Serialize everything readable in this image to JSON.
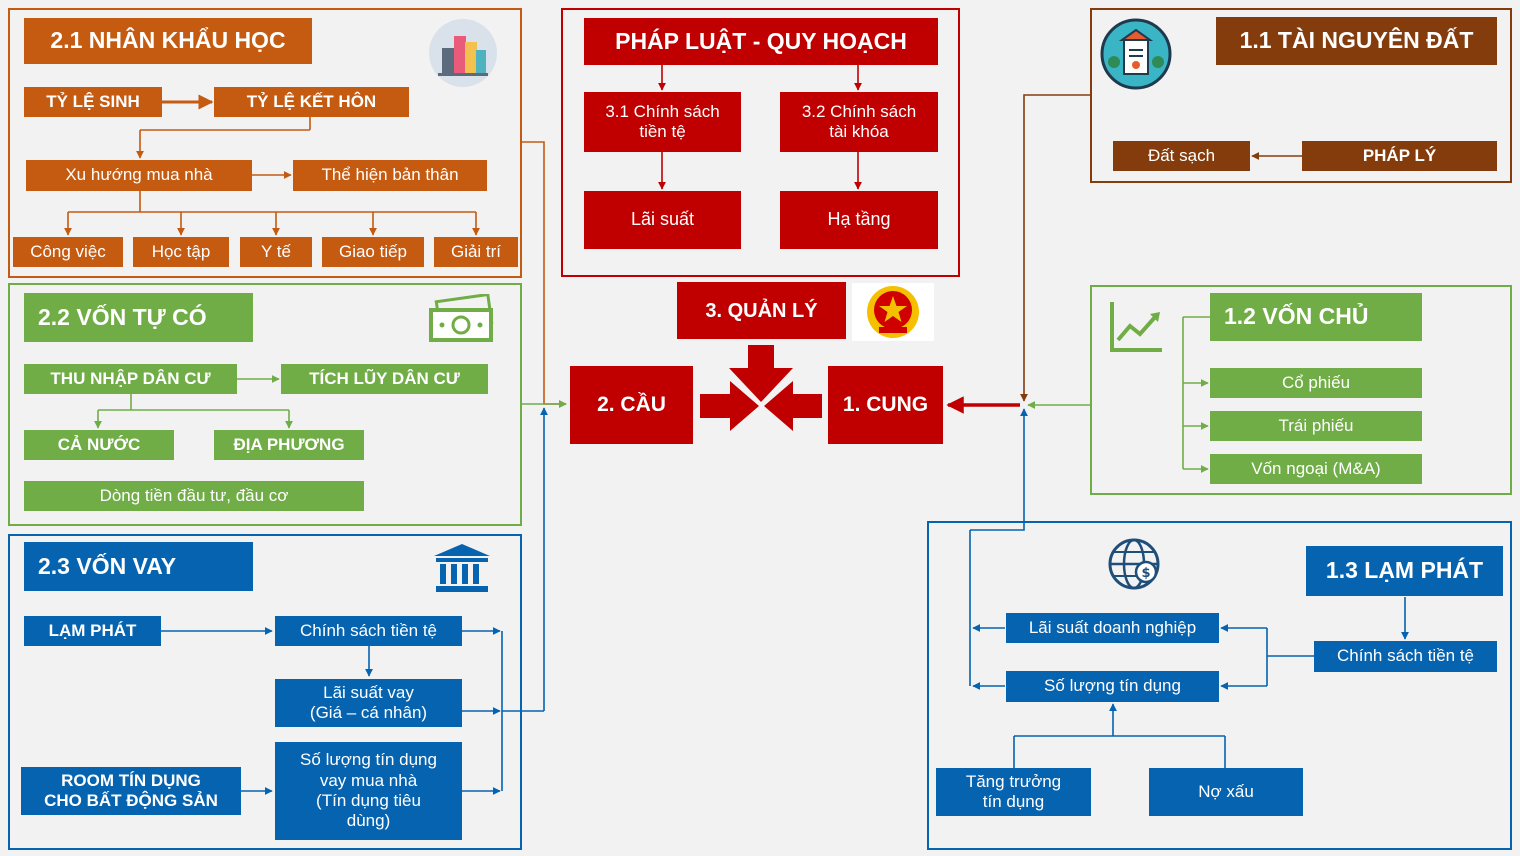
{
  "demographics": {
    "title": "2.1 NHÂN KHẨU HỌC",
    "birth_rate": "TỶ LỆ SINH",
    "marriage_rate": "TỶ LỆ KẾT HÔN",
    "home_trend": "Xu hướng mua nhà",
    "self_expression": "Thể hiện bản thân",
    "items": [
      "Công việc",
      "Học tập",
      "Y tế",
      "Giao tiếp",
      "Giải trí"
    ]
  },
  "equity": {
    "title": "2.2 VỐN TỰ CÓ",
    "income": "THU NHẬP DÂN CƯ",
    "savings": "TÍCH LŨY DÂN CƯ",
    "nationwide": "CẢ NƯỚC",
    "local": "ĐỊA PHƯƠNG",
    "cashflow": "Dòng tiền đầu tư, đầu cơ"
  },
  "loans": {
    "title": "2.3 VỐN VAY",
    "inflation": "LẠM PHÁT",
    "monetary_policy": "Chính sách tiền tệ",
    "loan_rate": [
      "Lãi suất vay",
      "(Giá – cá nhân)"
    ],
    "credit_room": [
      "ROOM TÍN DỤNG",
      "CHO BẤT ĐỘNG SẢN"
    ],
    "credit_volume": [
      "Số lượng tín dụng",
      "vay mua nhà",
      "(Tín dụng tiêu",
      "dùng)"
    ]
  },
  "law": {
    "title": "PHÁP LUẬT - QUY HOẠCH",
    "monetary": [
      "3.1 Chính sách",
      "tiền tệ"
    ],
    "fiscal": [
      "3.2 Chính sách",
      "tài khóa"
    ],
    "interest": "Lãi suất",
    "infrastructure": "Hạ tầng"
  },
  "center": {
    "management": "3. QUẢN LÝ",
    "demand": "2. CẦU",
    "supply": "1. CUNG"
  },
  "land": {
    "title": "1.1 TÀI NGUYÊN ĐẤT",
    "clean_land": "Đất sạch",
    "legal": "PHÁP LÝ"
  },
  "owner_capital": {
    "title": "1.2 VỐN CHỦ",
    "items": [
      "Cổ phiếu",
      "Trái phiếu",
      "Vốn ngoại (M&A)"
    ]
  },
  "inflation_supply": {
    "title": "1.3 LẠM PHÁT",
    "enterprise_rate": "Lãi suất doanh nghiệp",
    "credit_volume": "Số lượng tín dụng",
    "monetary_policy": "Chính sách tiền tệ",
    "credit_growth": [
      "Tăng trưởng",
      "tín dụng"
    ],
    "bad_debt": "Nợ xấu"
  },
  "colors": {
    "orange": "#c55a11",
    "green": "#70ad47",
    "blue": "#0563b0",
    "red": "#c00000",
    "brown": "#843c0c"
  },
  "icons": [
    "buildings-icon",
    "banknote-icon",
    "bank-icon",
    "national-emblem-icon",
    "land-certificate-icon",
    "growth-chart-icon",
    "global-finance-icon"
  ]
}
